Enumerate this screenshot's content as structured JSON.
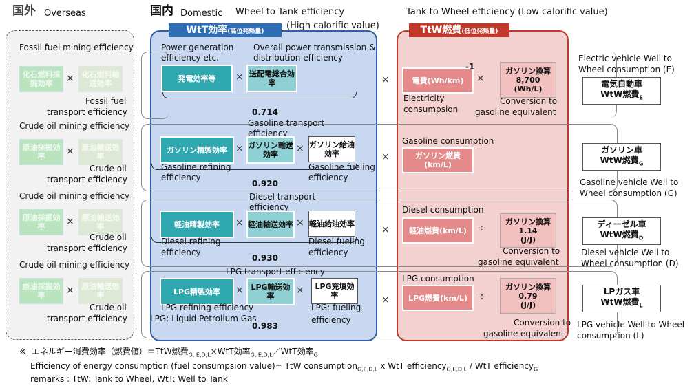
{
  "headers": {
    "overseas_jp": "国外",
    "overseas_en": "Overseas",
    "domestic_jp": "国内",
    "domestic_en": "Domestic",
    "wtt_title": "Wheel to Tank efficiency",
    "wtt_title2": "(High calorific value)",
    "ttw_title": "Tank to Wheel efficiency (Low calorific value)",
    "wtt_tab": "WtT効率",
    "wtt_tab_small": "(高位発熱量)",
    "ttw_tab": "TtW燃費",
    "ttw_tab_small": "(低位発熱量)"
  },
  "overseas": {
    "row1": {
      "label_top": "Fossil fuel mining efficiency",
      "box1": "化石燃料採掘効率",
      "box2": "化石燃料輸送効率",
      "label_bottom1": "Fossil fuel",
      "label_bottom2": "transport efficiency"
    },
    "row2": {
      "label_top": "Crude oil mining efficiency",
      "box1": "原油採掘効率",
      "box2": "原油輸送効率",
      "label_bottom1": "Crude oil",
      "label_bottom2": "transport efficiency"
    },
    "row3": {
      "label_top": "Crude oil mining efficiency",
      "box1": "原油採掘効率",
      "box2": "原油輸送効率",
      "label_bottom1": "Crude oil",
      "label_bottom2": "transport efficiency"
    },
    "row4": {
      "label_top": "Crude oil mining efficiency",
      "box1": "原油採掘効率",
      "box2": "原油輸送効率",
      "label_bottom1": "Crude oil",
      "label_bottom2": "transport efficiency"
    }
  },
  "wtt": {
    "row1": {
      "label_a": "Power generation",
      "label_a2": "efficiency etc.",
      "label_b": "Overall power transmission &",
      "label_b2": "distribution efficiency",
      "box1": "発電効率等",
      "box2": "送配電総合効率",
      "value": "0.714"
    },
    "row2": {
      "label_top": "Gasoline transport",
      "label_top2": "efficiency",
      "box1": "ガソリン精製効率",
      "box2": "ガソリン輸送効率",
      "box3": "ガソリン給油効率",
      "label_a": "Gasoline refining",
      "label_a2": "efficiency",
      "label_b": "Gasoline fueling",
      "label_b2": "efficiency",
      "value": "0.920"
    },
    "row3": {
      "label_top": "Diesel transport",
      "label_top2": "efficiency",
      "box1": "軽油精製効率",
      "box2": "軽油輸送効率",
      "box3": "軽油給油効率",
      "label_a": "Diesel refining",
      "label_a2": "efficiency",
      "label_b": "Diesel fueling",
      "label_b2": "efficiency",
      "value": "0.930"
    },
    "row4": {
      "label_top": "LPG transport efficiency",
      "box1": "LPG精製効率",
      "box2": "LPG輸送効率",
      "box3": "LPG充填効率",
      "label_a": "LPG refining efficiency",
      "label_b": "LPG: fueling",
      "label_b2": "efficiency",
      "label_c": "LPG: Liquid Petrolium Gas",
      "value": "0.983"
    }
  },
  "ttw": {
    "row1": {
      "box1": "電費(Wh/km)",
      "exp": "-1",
      "box2_l1": "ガソリン換算",
      "box2_l2": "8,700",
      "box2_l3": "(Wh/L)",
      "label_a": "Electricity",
      "label_a2": "consumpsion",
      "label_b": "Conversion to",
      "label_b2": "gasoline equivalent"
    },
    "row2": {
      "label_top": "Gasoline consumption",
      "box1": "ガソリン燃費(km/L)"
    },
    "row3": {
      "label_top": "Diesel consumption",
      "box1": "軽油燃費(km/L)",
      "box2_l1": "ガソリン換算",
      "box2_l2": "1.14",
      "box2_l3": "(J/J)",
      "label_b": "Conversion to",
      "label_b2": "gasoline equivalent"
    },
    "row4": {
      "label_top": "LPG consumption",
      "box1": "LPG燃費(km/L)",
      "box2_l1": "ガソリン換算",
      "box2_l2": "0.79",
      "box2_l3": "(J/J)",
      "label_b": "Conversion to",
      "label_b2": "gasoline equivalent"
    }
  },
  "results": {
    "row1": {
      "label": "Electric vehicle Well to",
      "label2": "Wheel consumption (E)",
      "box_l1": "電気自動車",
      "box_l2": "WtW燃費",
      "sub": "E"
    },
    "row2": {
      "label": "Gasoline vehicle Well to",
      "label2": "Wheel consumption (G)",
      "box_l1": "ガソリン車",
      "box_l2": "WtW燃費",
      "sub": "G"
    },
    "row3": {
      "label": "Diesel vehicle Well to",
      "label2": "Wheel consumption (D)",
      "box_l1": "ディーゼル車",
      "box_l2": "WtW燃費",
      "sub": "D"
    },
    "row4": {
      "label": "LPG vehicle Well to Wheel",
      "label2": "consumption (L)",
      "box_l1": "LPガス車",
      "box_l2": "WtW燃費",
      "sub": "L"
    }
  },
  "operators": {
    "times": "×",
    "divide": "÷"
  },
  "footer": {
    "line1_mark": "※",
    "line1_a": "エネルギー消費効率（燃費値）＝TtW燃費",
    "line1_sub1": "G, E,D,L",
    "line1_b": "×WtT効率",
    "line1_sub2": "G, E,D,L",
    "line1_c": "／WtT効率",
    "line1_sub3": "G",
    "line2_a": "Efficiency of energy consumption (fuel consumpsion value)= TtW consumption",
    "line2_sub1": "G,E,D,L",
    "line2_b": " x  WtT efficiency",
    "line2_sub2": "G,E,D,L",
    "line2_c": " / WtT efficiency",
    "line2_sub3": "G",
    "line3": "remarks : TtW:  Tank to Wheel,   WtT: Well to Tank"
  }
}
